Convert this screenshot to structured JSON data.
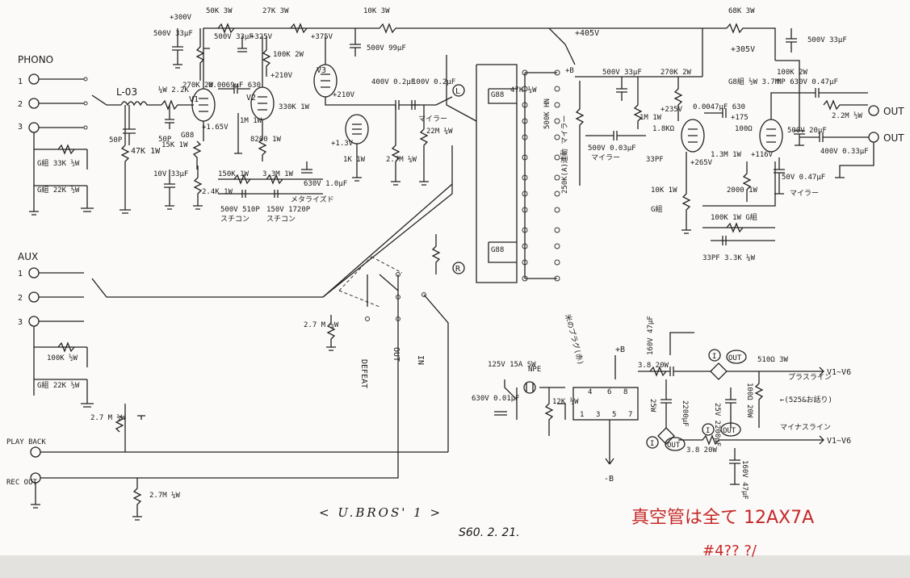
{
  "title": "< U.BROS' 1 >",
  "date": "S60. 2. 21.",
  "note_red": "真空管は全て 12AX7A",
  "note_red_cut": "#4?? ?/",
  "inputs": {
    "phono": "PHONO",
    "aux": "AUX",
    "pins": [
      "1",
      "2",
      "3"
    ],
    "play_back": "PLAY BACK",
    "rec_out": "REC OUT",
    "g_phono_a": "G組 33K ½W",
    "g_phono_b": "G組 22K ½W",
    "g_aux_a": "100K ½W",
    "g_aux_b": "G組 22K ½W",
    "pb_res": "2.7 M ¼W",
    "rec_res": "2.7M ¼W"
  },
  "phono_stage": {
    "l03": "L-03",
    "c_in": "50P",
    "r_in": "47K 1W",
    "r_grid": "¼W 2.2K",
    "c_grid": "50P",
    "v1": "V1",
    "v2": "V2",
    "v3": "V3",
    "supply_300": "+300V",
    "supply_325": "+325V",
    "supply_375": "+375V",
    "supply_210": "+210V",
    "supply_165": "+1.65V",
    "r_50k": "50K 3W",
    "r_27k": "27K 3W",
    "r_10k": "10K 3W",
    "c_500v_33": "500V 33μF",
    "c_500v_99": "500V 99μF",
    "r_270k": "270K 2W",
    "c_0_0069": "0.0069μF 630",
    "r_100k2w": "100K 2W",
    "r_330k": "330K 1W",
    "r_1m": "1M 1W",
    "r_8200": "8200 1W",
    "r_15k": "15K 1W",
    "r_g88": "G88",
    "c_10v": "10V 33μF",
    "r_2_4k": "2.4K 1W",
    "r_150k": "150K 1W",
    "r_3_3m": "3.3M 1W",
    "c_630_1u": "630V 1.0μF",
    "mylar": "メタライズド",
    "c_500_510": "500V 510P",
    "c_150_1720": "150V 1720P",
    "styrol": "スチコン",
    "plus_3v": "+1.3V",
    "r_1k": "1K 1W",
    "c_400v_0_2": "400V 0.2μF",
    "c_100v_0_2": "100V 0.2μF",
    "mylar2": "マイラー",
    "r_2_7m": "2.7M ¼W",
    "r_22m": "22M ¼W",
    "l_tag": "L",
    "r_tag": "R"
  },
  "line_amp": {
    "plus_b": "+B",
    "plus_405": "+405V",
    "plus_305": "+305V",
    "r_68k": "68K 3W",
    "c_500_33": "500V 33μF",
    "r_500k": "500K HN",
    "r_47k": "47K ¼W",
    "r_g88b": "G88",
    "c_500_33b": "500V 33μF",
    "r_270k2w": "270K 2W",
    "r_1m_1w": "1M 1W",
    "r_1_8k": "1.8KΩ",
    "plus_235": "+235V",
    "c_0_0047": "0.0047μF 630",
    "c_500_0_03": "500V 0.03μF",
    "mylar": "マイラー",
    "c_33p": "33PF",
    "plus_265": "+265V",
    "r_10k1w": "10K 1W",
    "g_note": "G組",
    "r_13m": "1.3M 1W",
    "r_g8b": "G8組 ½W 3.7M",
    "r_100k2w": "100K 2W",
    "c_mp630": "MP 630V 0.47μF",
    "r_2_2m": "2.2M ½W",
    "c_500_20": "500V 20μF",
    "r_100": "100Ω",
    "plus_175": "+175",
    "plus_116": "+116V",
    "r_2000": "2000 1W",
    "c_50_0_47": "50V 0.47μF",
    "mylar2": "マイラー",
    "r_100k_g": "100K 1W G組",
    "r_33p_3_3k": "33PF 3.3K ¼W",
    "c_400_0_33": "400V 0.33μF",
    "out1": "OUT",
    "out2": "OUT",
    "vol": "250K(A)連動 マイラー"
  },
  "selector": {
    "defeat": "DEFEAT",
    "out": "OUT",
    "in": "IN",
    "r_27m": "2.7 M ¼W"
  },
  "power": {
    "switch": "125V 15A SW",
    "c_630": "630V 0.01μF",
    "relay_note": "米のプラグ(赤)",
    "npe": "NPE",
    "r_12k": "12K ½W",
    "plus_b": "+B",
    "minus_b": "-B",
    "c_160v": "160V 47μF",
    "r_3_8": "3.8 20W",
    "c_25w": "25W",
    "c_2200": "2200μF",
    "r_3_8b": "3.8 20W",
    "c_160v2": "160V 47μF",
    "r_100_20": "100Ω 20W",
    "r_510": "510Ω 3W",
    "c_25v": "25V 2200μF",
    "label_i": "I",
    "label_out": "OUT",
    "plus_line": "プラスライン",
    "minus_line": "マイナスライン",
    "v1v6_a": "V1~V6",
    "v1v6_b": "V1~V6",
    "note": "←(525&お話り)",
    "pins": [
      "4",
      "6",
      "8",
      "1",
      "3",
      "5",
      "7"
    ]
  }
}
